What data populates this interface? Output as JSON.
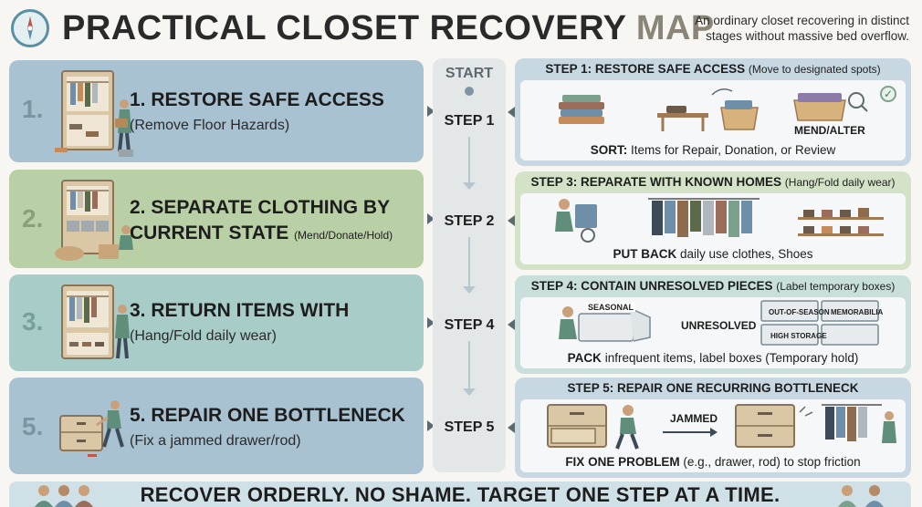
{
  "header": {
    "title_main": "PRACTICAL CLOSET RECOVERY ",
    "title_accent": "MAP",
    "subtitle": "An ordinary closet recovering in distinct stages without massive bed overflow."
  },
  "left_panels": [
    {
      "number": "1.",
      "heading": "1. RESTORE SAFE ACCESS",
      "sub": "(Remove Floor Hazards)"
    },
    {
      "number": "2.",
      "heading_line1": "2. SEPARATE CLOTHING BY",
      "heading_line2": "CURRENT STATE",
      "sub": "(Mend/Donate/Hold)"
    },
    {
      "number": "3.",
      "heading": "3. RETURN ITEMS WITH",
      "sub": "(Hang/Fold daily wear)"
    },
    {
      "number": "5.",
      "heading": "5. REPAIR ONE BOTTLENECK",
      "sub": "(Fix a jammed drawer/rod)"
    }
  ],
  "track": {
    "start": "START",
    "steps": [
      "STEP 1",
      "STEP 2",
      "STEP 4",
      "STEP 5"
    ]
  },
  "cards": [
    {
      "heading": "STEP 1: RESTORE SAFE ACCESS",
      "heading_paren": "(Move to designated spots)",
      "caption_bold": "SORT:",
      "caption_rest": " Items for Repair, Donation, or Review",
      "label": "MEND/ALTER"
    },
    {
      "heading": "STEP 3: REPARATE WITH KNOWN HOMES",
      "heading_paren": "(Hang/Fold daily wear)",
      "caption_bold": "PUT BACK",
      "caption_rest": " daily use clothes, Shoes"
    },
    {
      "heading": "STEP 4: CONTAIN UNRESOLVED PIECES",
      "heading_paren": "(Label temporary boxes)",
      "caption_bold": "PACK",
      "caption_rest": " infrequent items, label boxes (Temporary hold)",
      "label": "UNRESOLVED",
      "box_labels": [
        "SEASONAL",
        "OUT-OF-SEASON",
        "MEMORABILIA",
        "HIGH STORAGE"
      ]
    },
    {
      "heading": "STEP 5: REPAIR ONE RECURRING BOTTLENECK",
      "heading_paren": "",
      "caption_bold": "FIX ONE PROBLEM",
      "caption_rest": " (e.g., drawer, rod) to stop friction",
      "label": "JAMMED"
    }
  ],
  "footer": {
    "text": "RECOVER ORDERLY. NO SHAME. TARGET ONE STEP AT A TIME."
  },
  "colors": {
    "panel_blue": "#a9c2d2",
    "panel_green": "#b9cfa6",
    "panel_teal": "#a8cdc9",
    "title_accent": "#8a8577"
  }
}
